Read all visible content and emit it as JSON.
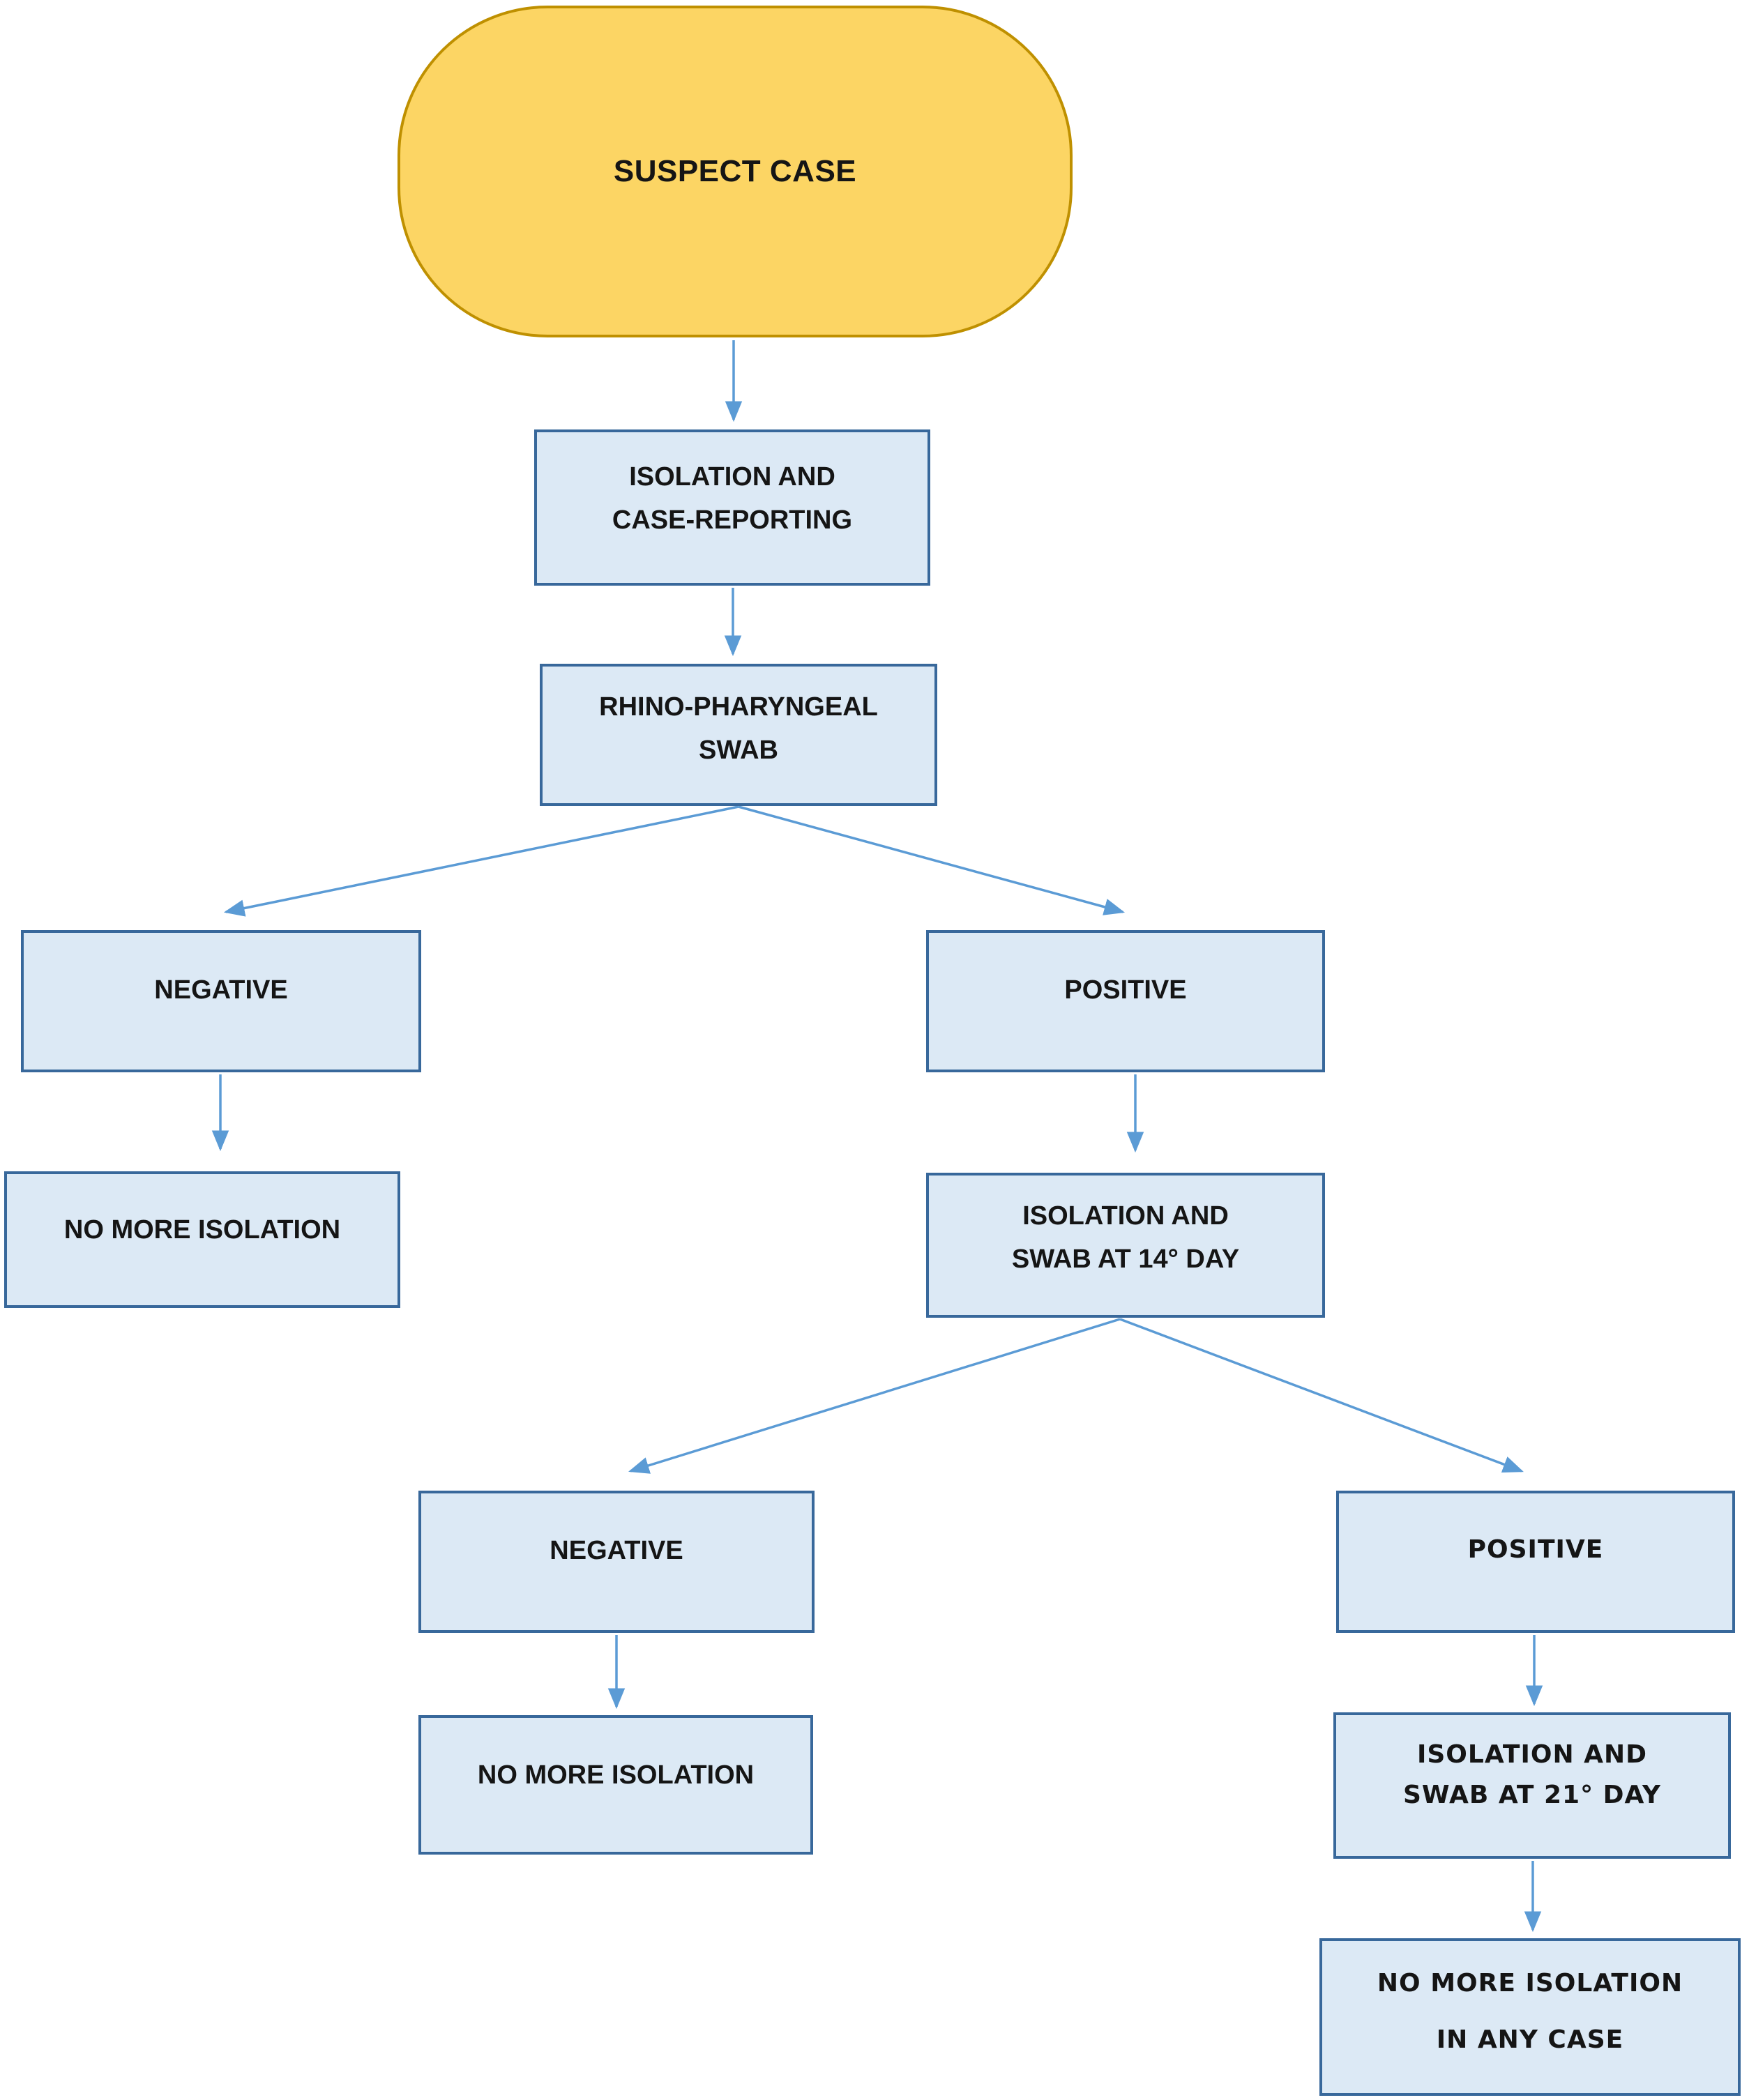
{
  "diagram": {
    "type": "flowchart",
    "nodes": {
      "suspect_case": {
        "label": "SUSPECT CASE",
        "shape": "terminator"
      },
      "isolation_reporting": {
        "lines": [
          "ISOLATION AND",
          "CASE-REPORTING"
        ],
        "shape": "process"
      },
      "rhino_swab": {
        "lines": [
          "RHINO-PHARYNGEAL",
          "SWAB"
        ],
        "shape": "process"
      },
      "negative_1": {
        "label": "NEGATIVE",
        "shape": "process"
      },
      "positive_1": {
        "label": "POSITIVE",
        "shape": "process"
      },
      "no_more_isolation_1": {
        "label": "NO MORE ISOLATION",
        "shape": "process"
      },
      "swab_14": {
        "lines": [
          "ISOLATION AND",
          "SWAB AT 14° DAY"
        ],
        "shape": "process"
      },
      "negative_2": {
        "label": "NEGATIVE",
        "shape": "process"
      },
      "positive_2": {
        "label": "POSITIVE",
        "shape": "process"
      },
      "no_more_isolation_2": {
        "label": "NO MORE ISOLATION",
        "shape": "process"
      },
      "swab_21": {
        "lines": [
          "ISOLATION AND",
          "SWAB AT 21° DAY"
        ],
        "shape": "process"
      },
      "no_more_isolation_any": {
        "lines": [
          "NO MORE ISOLATION",
          "IN ANY CASE"
        ],
        "shape": "process"
      }
    },
    "edges": [
      {
        "from": "suspect_case",
        "to": "isolation_reporting"
      },
      {
        "from": "isolation_reporting",
        "to": "rhino_swab"
      },
      {
        "from": "rhino_swab",
        "to": "negative_1"
      },
      {
        "from": "rhino_swab",
        "to": "positive_1"
      },
      {
        "from": "negative_1",
        "to": "no_more_isolation_1"
      },
      {
        "from": "positive_1",
        "to": "swab_14"
      },
      {
        "from": "swab_14",
        "to": "negative_2"
      },
      {
        "from": "swab_14",
        "to": "positive_2"
      },
      {
        "from": "negative_2",
        "to": "no_more_isolation_2"
      },
      {
        "from": "positive_2",
        "to": "swab_21"
      },
      {
        "from": "swab_21",
        "to": "no_more_isolation_any"
      }
    ]
  },
  "colors": {
    "terminator-fill": "#fcd564",
    "terminator-border": "#bf9000",
    "process-fill": "#dce9f5",
    "process-border": "#38689b",
    "arrow": "#5b9bd5",
    "text": "#151515"
  }
}
